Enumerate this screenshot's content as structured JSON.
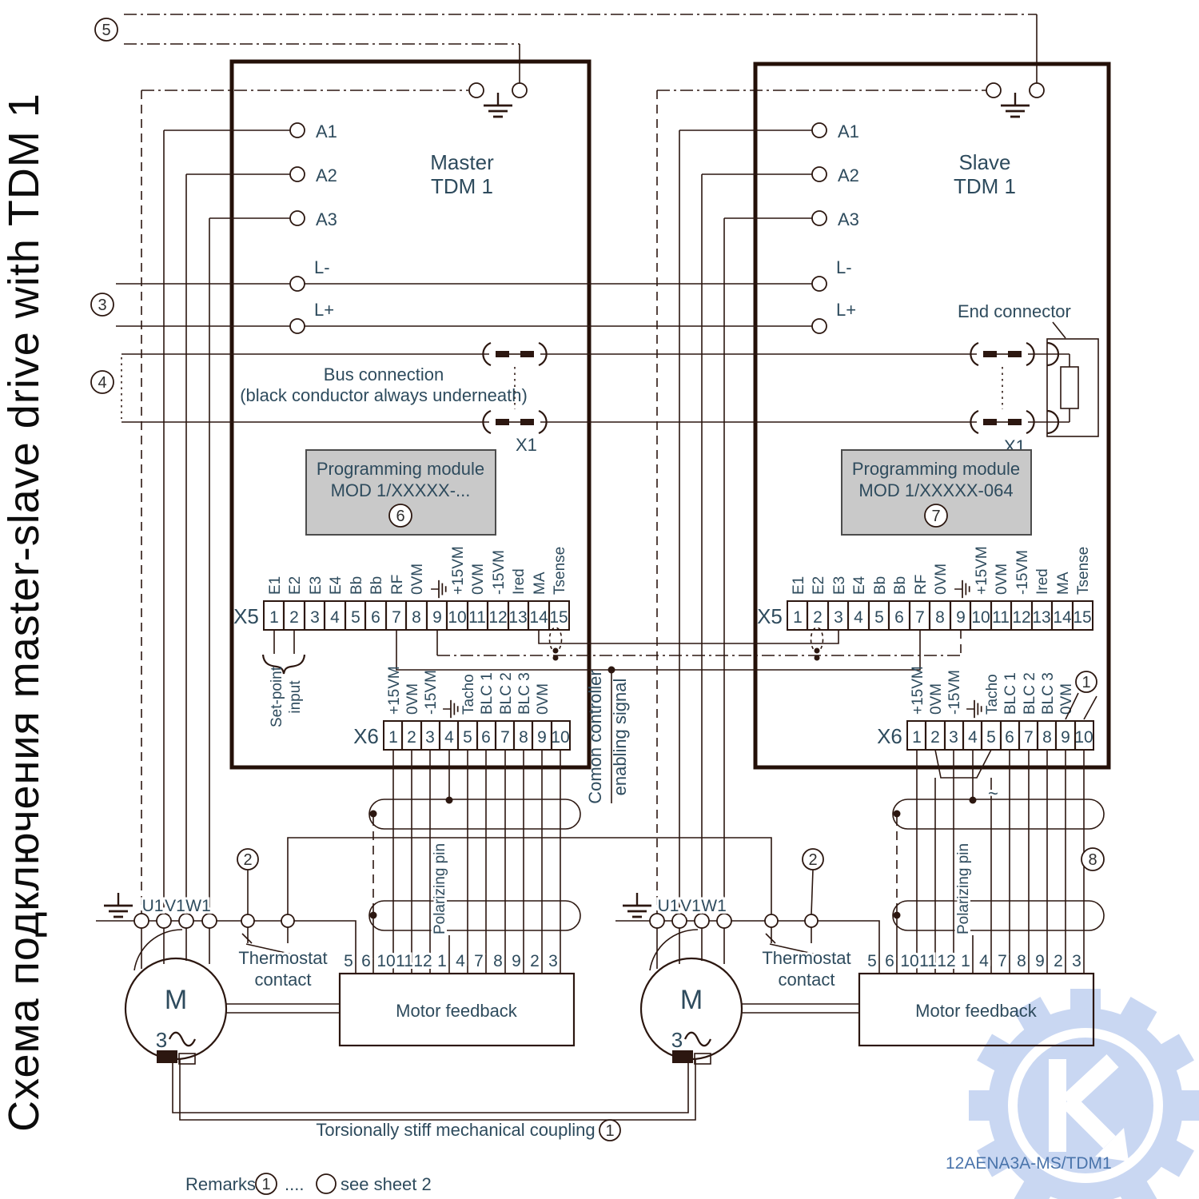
{
  "title": "Схема подключения master-slave drive with TDM 1",
  "master": {
    "line1": "Master",
    "line2": "TDM 1"
  },
  "slave": {
    "line1": "Slave",
    "line2": "TDM 1"
  },
  "io": {
    "a1": "A1",
    "a2": "A2",
    "a3": "A3",
    "lm": "L-",
    "lp": "L+"
  },
  "bus": {
    "line1": "Bus connection",
    "line2": "(black conductor always underneath)"
  },
  "x1_label": "X1",
  "end_connector": "End connector",
  "module": {
    "line1": "Programming module",
    "master_model": "MOD 1/XXXXX-...",
    "slave_model": "MOD 1/XXXXX-064"
  },
  "x5": {
    "name": "X5",
    "pins": [
      "1",
      "2",
      "3",
      "4",
      "5",
      "6",
      "7",
      "8",
      "9",
      "10",
      "11",
      "12",
      "13",
      "14",
      "15"
    ],
    "labels": [
      "E1",
      "E2",
      "E3",
      "E4",
      "Bb",
      "Bb",
      "RF",
      "0VM",
      "",
      "+15VM",
      "0VM",
      "-15VM",
      "Ired",
      "MA",
      "Tsense"
    ]
  },
  "x6": {
    "name": "X6",
    "pins": [
      "1",
      "2",
      "3",
      "4",
      "5",
      "6",
      "7",
      "8",
      "9",
      "10"
    ],
    "labels": [
      "+15VM",
      "0VM",
      "-15VM",
      "",
      "Tacho",
      "BLC 1",
      "BLC 2",
      "BLC 3",
      "0VM",
      ""
    ]
  },
  "setpoint": {
    "line1": "Set-point",
    "line2": "input"
  },
  "enabling": {
    "line1": "Comon controller",
    "line2": "enabling signal"
  },
  "motor": {
    "m": "M",
    "phase": "3",
    "u1": "U1",
    "v1": "V1",
    "w1": "W1"
  },
  "thermostat": {
    "line1": "Thermostat",
    "line2": "contact"
  },
  "feedback": {
    "label": "Motor feedback",
    "polarizing": "Polarizing pin",
    "pins": [
      "5",
      "6",
      "10",
      "11",
      "12",
      "1",
      "4",
      "7",
      "8",
      "9",
      "2",
      "3"
    ]
  },
  "tacho_symbol": "~",
  "callouts": {
    "n1": "1",
    "n2": "2",
    "n3": "3",
    "n4": "4",
    "n5": "5",
    "n6": "6",
    "n7": "7",
    "n8": "8"
  },
  "coupling": {
    "label": "Torsionally stiff mechanical coupling"
  },
  "remarks": {
    "label": "Remarks",
    "dots": "....",
    "see": "see sheet 2"
  },
  "doc_code": "12AENA3A-MS/TDM1",
  "colors": {
    "line": "#2c1710",
    "text": "#2e4b5d",
    "module_fill": "#c9c9c9",
    "code_text": "#4a74ab",
    "watermark": "#c9d7f2"
  }
}
